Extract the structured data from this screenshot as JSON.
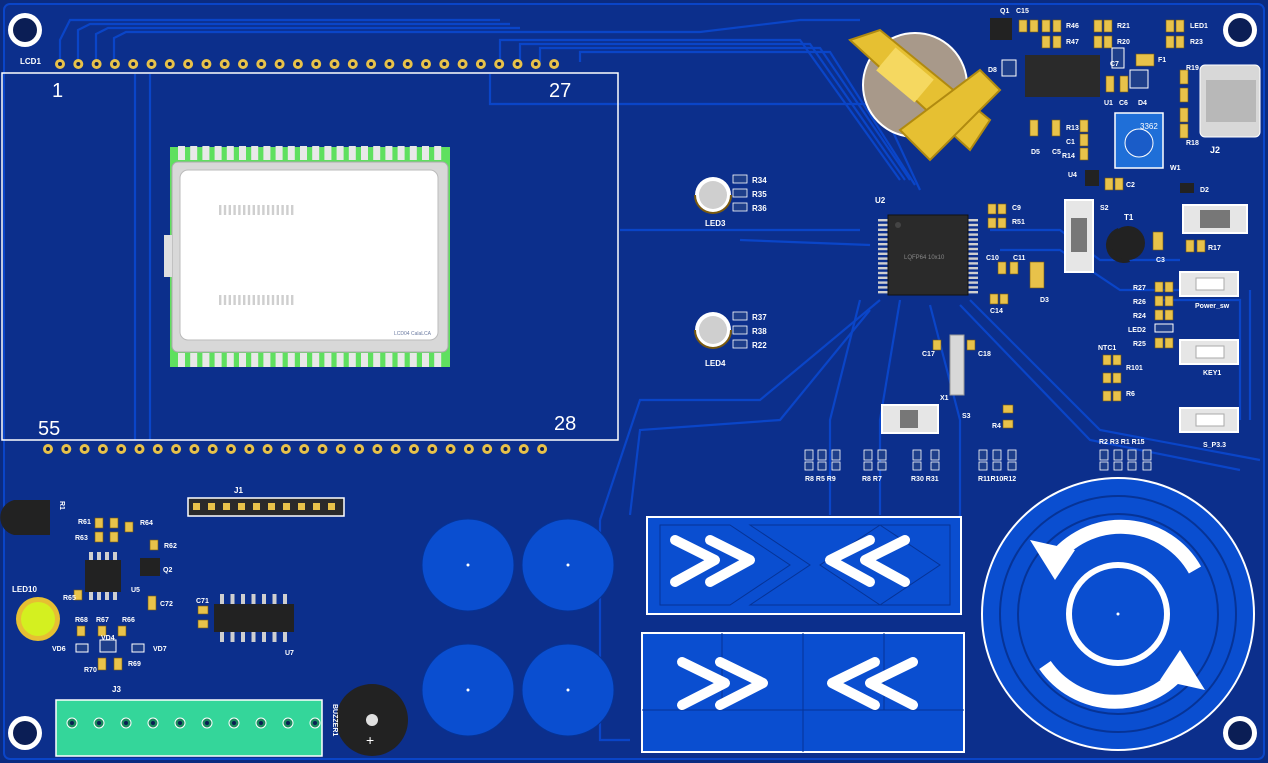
{
  "board": {
    "colors": {
      "substrate": "#0b2b80",
      "copper": "#0a45c8",
      "pad": "#e8c24a",
      "silk": "#ffffff",
      "touch": "#0a4ed0"
    },
    "lcd": {
      "ref": "LCD1",
      "pin_tl": "1",
      "pin_tr": "27",
      "pin_bl": "55",
      "pin_br": "28",
      "logo": "LCD04 CalaLCA"
    },
    "mcu": {
      "ref": "U2",
      "marking": "LQFP64 10x10"
    },
    "leds": {
      "led3": "LED3",
      "led4": "LED4",
      "led10": "LED10",
      "led1": "LED1",
      "led2": "LED2"
    },
    "resistors_top": [
      "R34",
      "R35",
      "R36"
    ],
    "resistors_mid": [
      "R37",
      "R38",
      "R22"
    ],
    "top_right_labels": {
      "q1": "Q1",
      "c15": "C15",
      "r46": "R46",
      "r47": "R47",
      "r21": "R21",
      "r20": "R20",
      "r23": "R23",
      "f1": "F1",
      "r19": "R19",
      "r18": "R18",
      "j2": "J2",
      "d8": "D8",
      "u1": "U1",
      "c6": "C6",
      "c7": "C7",
      "d4": "D4",
      "d5": "D5",
      "c5": "C5",
      "r13": "R13",
      "c1": "C1",
      "r14": "R14",
      "c2": "C2",
      "u4": "U4",
      "w1": "W1",
      "pot": "3362",
      "d2": "D2",
      "s2": "S2",
      "t1": "T1",
      "c3": "C3",
      "r17": "R17",
      "c9": "C9",
      "r51": "R51",
      "c10": "C10",
      "c11": "C11",
      "d3": "D3",
      "c14": "C14",
      "c17": "C17",
      "c18": "C18",
      "x1": "X1",
      "s3": "S3",
      "r4": "R4"
    },
    "button_labels": {
      "power": "Power_sw",
      "key1": "KEY1",
      "sp33": "S_P3.3"
    },
    "right_res": [
      "R27",
      "R26",
      "R24",
      "R25",
      "NTC1",
      "R101",
      "R6"
    ],
    "bottom_res_groups": [
      "R8 R5 R9",
      "R8 R7",
      "R30 R31",
      "R11R10R12",
      "R2 R3 R1 R15"
    ],
    "left_bottom": {
      "u5": "U5",
      "q2": "Q2",
      "r1": "R1",
      "r63": "R63",
      "r61": "R61",
      "r64": "R64",
      "r62": "R62",
      "r65": "R65",
      "r68": "R68",
      "r67": "R67",
      "r66": "R66",
      "c72": "C72",
      "vd4": "VD4",
      "vd6": "VD6",
      "vd7": "VD7",
      "r70": "R70",
      "r69": "R69",
      "c71": "C71",
      "u7": "U7",
      "j1": "J1",
      "j3": "J3",
      "buzzer": "BUZZER1",
      "buzz_mark": "+"
    }
  }
}
